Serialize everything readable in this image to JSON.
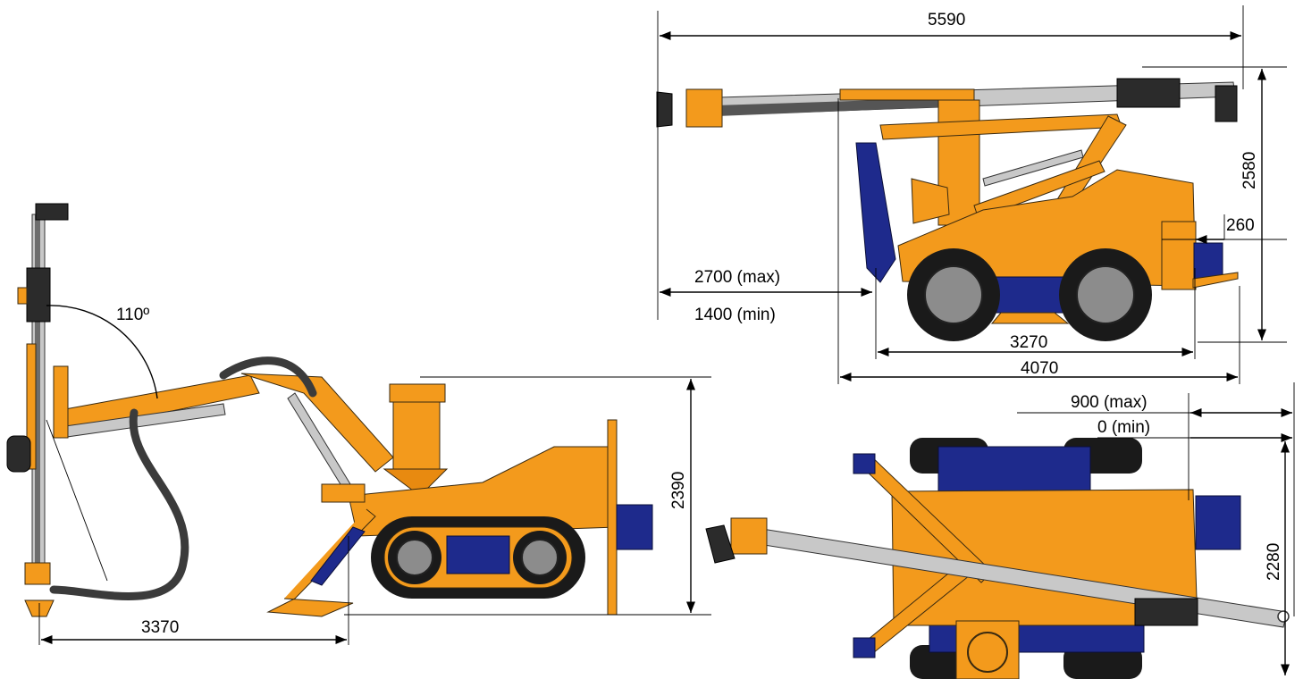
{
  "colors": {
    "machine_body": "#F39A1C",
    "machine_chassis": "#1E2A8C",
    "boom": "#c8c8c8",
    "tires": "#1a1a1a",
    "dimension_lines": "#000000"
  },
  "views": {
    "side_tracked": {
      "angle_label": "110º",
      "reach_label": "3370",
      "height_label": "2390"
    },
    "side_wheeled": {
      "length_label": "5590",
      "height_label": "2580",
      "offset_label": "260",
      "boom_max_label": "2700 (max)",
      "boom_min_label": "1400 (min)",
      "wheelbase_label": "3270",
      "body_length_label": "4070"
    },
    "top_wheeled": {
      "shift_max_label": "900 (max)",
      "shift_min_label": "0 (min)",
      "width_label": "2280"
    }
  }
}
